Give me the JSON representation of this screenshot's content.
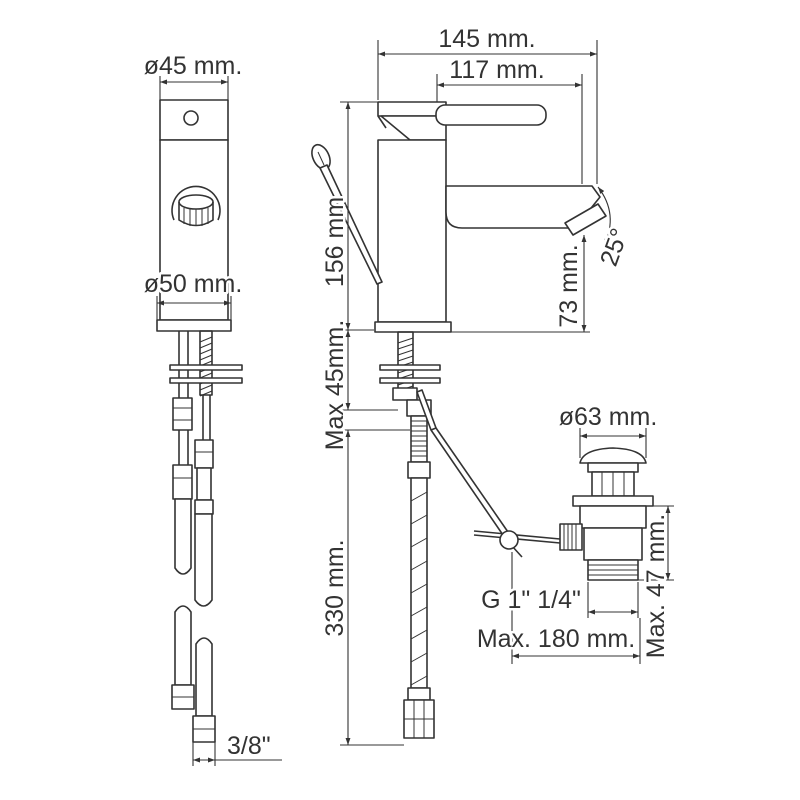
{
  "labels": {
    "top_diameter": "ø45 mm.",
    "base_diameter": "ø50 mm.",
    "hose_thread": "3/8\"",
    "overall_length": "145 mm.",
    "spout_reach": "117 mm.",
    "body_height": "156 mm",
    "max_deck_thickness": "Max 45mm.",
    "hose_length": "330 mm.",
    "spout_height": "73 mm.",
    "spout_angle": "25°",
    "waste_diameter": "ø63 mm.",
    "waste_thread": "G 1\" 1/4\"",
    "max_waste_length": "Max. 180 mm.",
    "max_waste_height": "Max. 47 mm."
  },
  "colors": {
    "line": "#333333",
    "background": "#ffffff"
  }
}
